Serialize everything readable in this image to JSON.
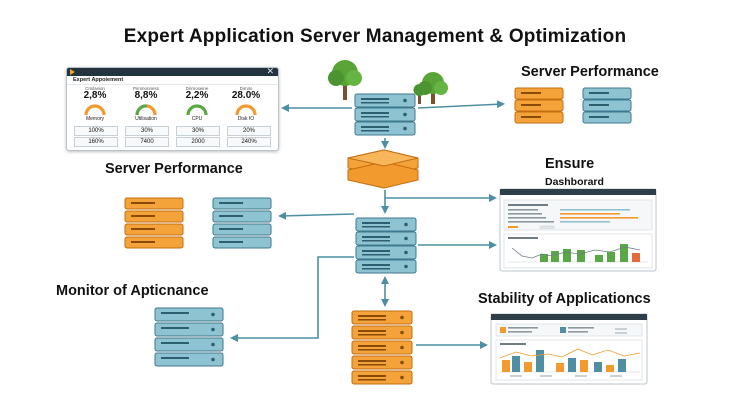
{
  "title": "Expert Application Server Management & Optimization",
  "labels": {
    "server_performance_top": "Server Performance",
    "server_performance_left": "Server Performance",
    "ensure": "Ensure",
    "dashboard": "Dashborard",
    "monitor": "Monitor of Apticnance",
    "stability": "Stability of Applicationcs"
  },
  "expert_window": {
    "title": "Expert Appoiement",
    "metrics": [
      {
        "header": "Cmilasion",
        "value": "2,8%",
        "label": "Memory"
      },
      {
        "header": "Pimmonness",
        "value": "8,8%",
        "label": "Utilisation"
      },
      {
        "header": "Drimoseine",
        "value": "2,2%",
        "label": "CPU"
      },
      {
        "header": "Dimito",
        "value": "28.0%",
        "label": "Disk IO"
      }
    ],
    "row1": [
      "100%",
      "30%",
      "30%",
      "20%"
    ],
    "row2": [
      "160%",
      "7400",
      "2000",
      "240%"
    ]
  },
  "colors": {
    "orange": "#f29a2e",
    "orange_dark": "#d97a14",
    "blue_server": "#7fb8c8",
    "blue_dark": "#4f8ea3",
    "arrow": "#4c8fa3",
    "green": "#5aa845",
    "tree": "#58a437"
  }
}
